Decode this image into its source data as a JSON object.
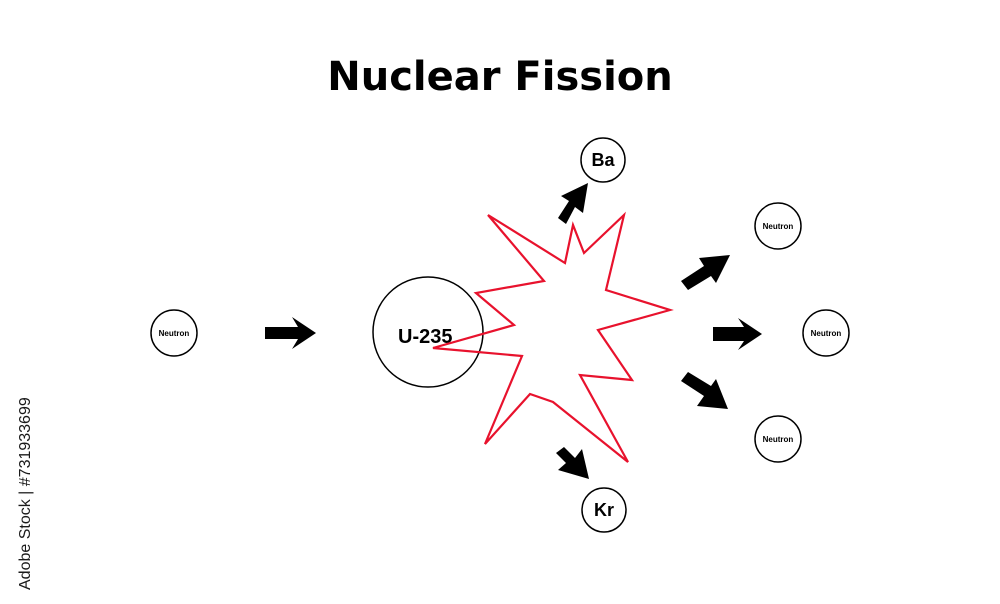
{
  "title": "Nuclear Fission",
  "colors": {
    "burst": "#e8122d",
    "ink": "#000000",
    "background": "#ffffff"
  },
  "labels": {
    "incoming_neutron": "Neutron",
    "uranium": "U-235",
    "barium": "Ba",
    "krypton": "Kr",
    "neutron_top": "Neutron",
    "neutron_middle": "Neutron",
    "neutron_bottom": "Neutron"
  },
  "watermark": "Adobe Stock | #731933699"
}
